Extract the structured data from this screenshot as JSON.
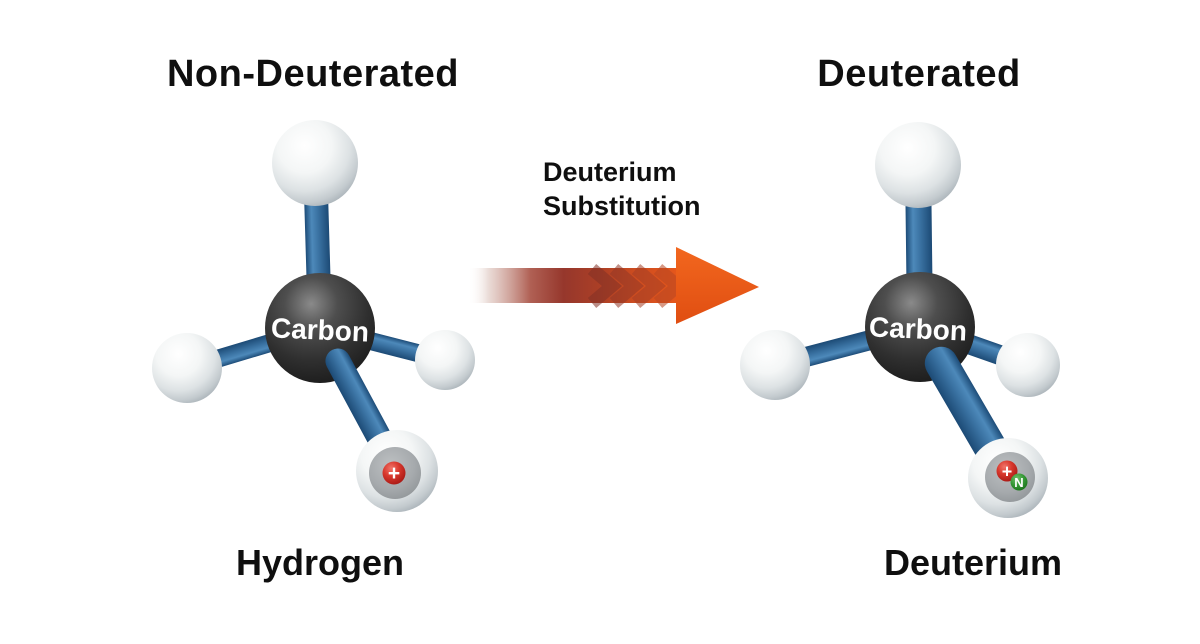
{
  "diagram": {
    "left": {
      "title": "Non-Deuterated",
      "molecule_center_label": "Carbon",
      "nucleus": {
        "proton_symbol": "+"
      },
      "caption": "Hydrogen"
    },
    "transition": {
      "label_line1": "Deuterium",
      "label_line2": "Substitution"
    },
    "right": {
      "title": "Deuterated",
      "molecule_center_label": "Carbon",
      "nucleus": {
        "proton_symbol": "+",
        "neutron_symbol": "N"
      },
      "caption": "Deuterium"
    },
    "colors": {
      "background": "#ffffff",
      "text": "#0f0f0f",
      "carbon_sphere": "#2f2f2f",
      "hydrogen_sphere": "#e9eced",
      "bond_blue": "#3a72a2",
      "proton_red": "#cf2a20",
      "neutron_green": "#2f9232",
      "arrow_orange": "#ee5a16",
      "arrow_dark_red": "#96372c"
    }
  }
}
